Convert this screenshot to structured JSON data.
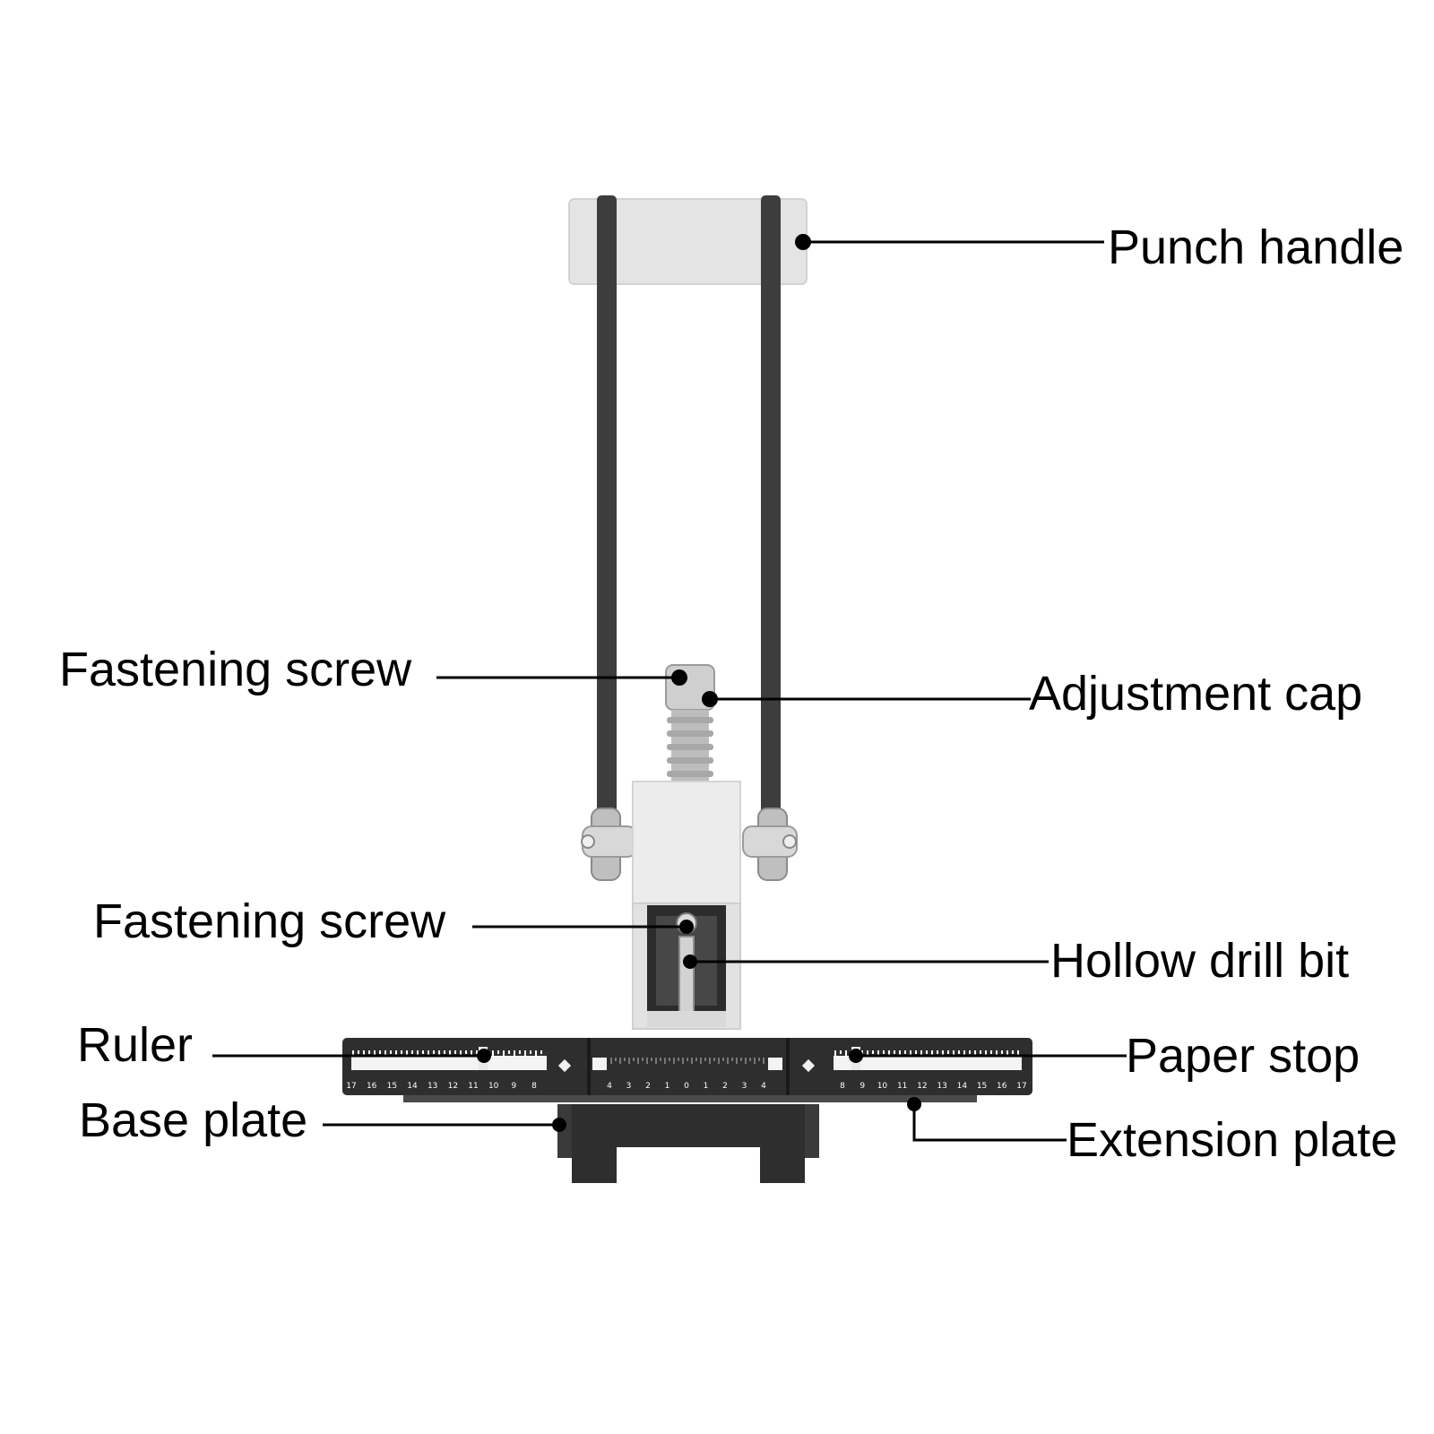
{
  "labels": {
    "punch_handle": "Punch handle",
    "fastening_screw_upper": "Fastening screw",
    "adjustment_cap": "Adjustment cap",
    "fastening_screw_lower": "Fastening screw",
    "hollow_drill_bit": "Hollow drill bit",
    "ruler": "Ruler",
    "paper_stop": "Paper stop",
    "base_plate": "Base plate",
    "extension_plate": "Extension plate"
  },
  "ruler_scale": {
    "left": [
      "17",
      "16",
      "15",
      "14",
      "13",
      "12",
      "11",
      "10",
      "9",
      "8"
    ],
    "center": [
      "4",
      "3",
      "2",
      "1",
      "0",
      "1",
      "2",
      "3",
      "4"
    ],
    "right": [
      "8",
      "9",
      "10",
      "11",
      "12",
      "13",
      "14",
      "15",
      "16",
      "17"
    ]
  },
  "colors": {
    "frame": "#3c3c3c",
    "light_part": "#e6e6e6",
    "plate": "#2e2e2e"
  }
}
